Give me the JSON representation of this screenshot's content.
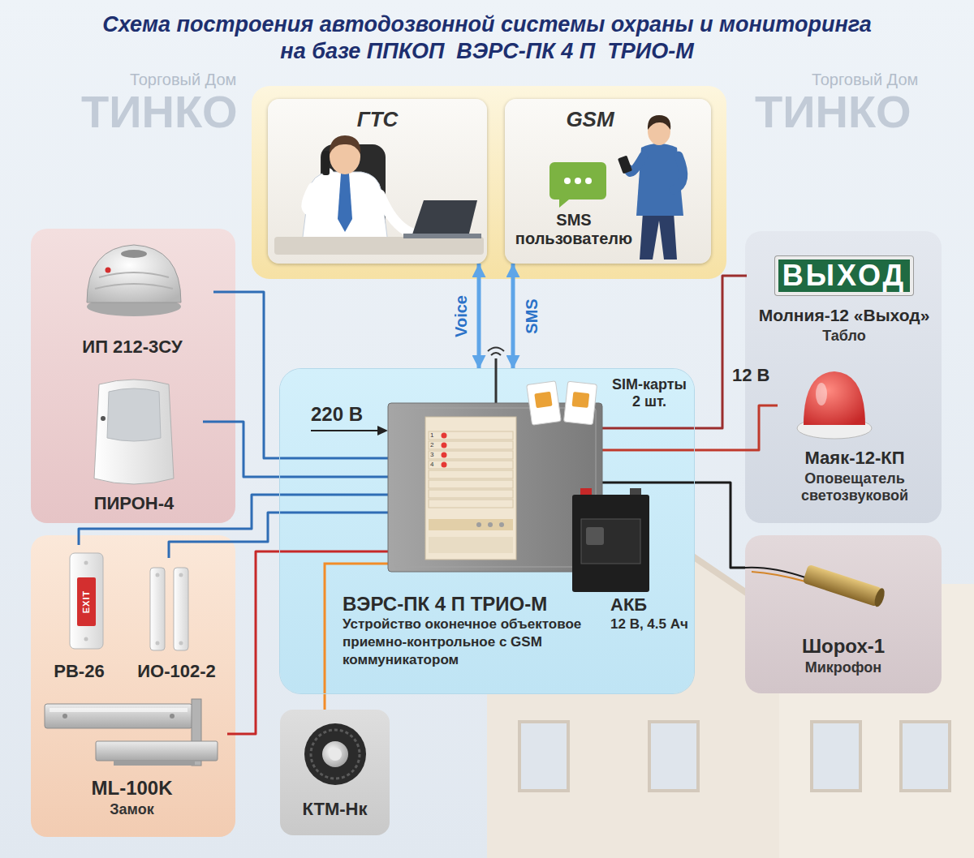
{
  "diagram": {
    "title": "Схема построения автодозвонной системы охраны и мониторинга на базе ППКОП  ВЭРС-ПК 4 П  ТРИО-М",
    "nodes": [
      {
        "text": [
          "ГТС"
        ]
      },
      {
        "text": [
          "GSM",
          "SMS пользователю"
        ]
      },
      {
        "text": [
          "ИП 212-3СУ"
        ]
      },
      {
        "text": [
          "ВЫХОД",
          "Молния-12 «Выход»",
          "Табло"
        ]
      },
      {
        "text": [
          "Маяк-12-КП",
          "Оповещатель светозвуковой"
        ]
      },
      {
        "text": [
          "ПИРОН-4"
        ]
      },
      {
        "text": [
          "ВЭРС-ПК 4 П ТРИО-М",
          "Устройство оконечное объектовое приемно-контрольное с GSM коммуникатором"
        ]
      },
      {
        "text": [
          "РВ-26"
        ]
      },
      {
        "text": [
          "ИО-102-2"
        ]
      },
      {
        "text": [
          "Шорох-1",
          "Микрофон"
        ]
      },
      {
        "text": [
          "ML-100K",
          "Замок"
        ]
      },
      {
        "text": [
          "КТМ-Нк"
        ]
      }
    ],
    "edges": [
      {
        "from": 6,
        "to": 0,
        "label": "Voice",
        "arrow": "both"
      },
      {
        "from": 6,
        "to": 1,
        "label": "SMS",
        "arrow": "both"
      },
      {
        "from": 2,
        "to": 6,
        "arrow": "none"
      },
      {
        "from": 5,
        "to": 6,
        "arrow": "none"
      },
      {
        "from": 7,
        "to": 6,
        "arrow": "none"
      },
      {
        "from": 8,
        "to": 6,
        "arrow": "none"
      },
      {
        "from": 10,
        "to": 6,
        "arrow": "none"
      },
      {
        "from": 11,
        "to": 6,
        "arrow": "none"
      },
      {
        "from": 6,
        "to": 3,
        "arrow": "none"
      },
      {
        "from": 6,
        "to": 4,
        "arrow": "none"
      },
      {
        "from": 6,
        "to": 9,
        "arrow": "none"
      }
    ],
    "labels": [
      "Торговый Дом",
      "ТИНКО",
      "Торговый Дом",
      "ТИНКО",
      "220 В",
      "SIM-карты 2 шт.",
      "1",
      "2",
      "3",
      "4",
      "АКБ",
      "12 В, 4.5 Ач",
      "12 В",
      "EXIT"
    ]
  }
}
